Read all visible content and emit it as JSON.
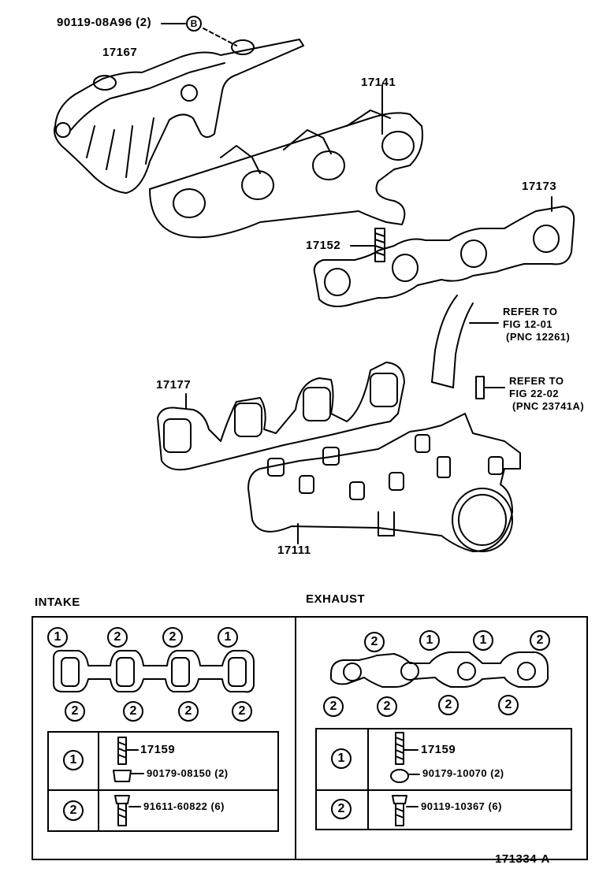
{
  "callouts": {
    "bolt_b": "90119-08A96 (2)",
    "b_marker": "B",
    "heat_insulator": "17167",
    "exhaust_manifold": "17141",
    "exhaust_gasket": "17173",
    "stud": "17152",
    "intake_gasket": "17177",
    "intake_manifold": "17111"
  },
  "refs": {
    "ref1_line1": "REFER TO",
    "ref1_line2": "FIG 12-01",
    "ref1_line3": "(PNC 12261)",
    "ref2_line1": "REFER TO",
    "ref2_line2": "FIG 22-02",
    "ref2_line3": "(PNC 23741A)"
  },
  "intake": {
    "title": "INTAKE",
    "top_markers": [
      "1",
      "2",
      "2",
      "1"
    ],
    "bottom_markers": [
      "2",
      "2",
      "2",
      "2"
    ],
    "rows": [
      {
        "marker": "1",
        "part1": "17159",
        "part2": "90179-08150 (2)"
      },
      {
        "marker": "2",
        "part1": "91611-60822 (6)"
      }
    ]
  },
  "exhaust": {
    "title": "EXHAUST",
    "top_markers": [
      "2",
      "1",
      "1",
      "2"
    ],
    "bottom_markers": [
      "2",
      "2",
      "2",
      "2"
    ],
    "rows": [
      {
        "marker": "1",
        "part1": "17159",
        "part2": "90179-10070 (2)"
      },
      {
        "marker": "2",
        "part1": "90119-10367 (6)"
      }
    ]
  },
  "figure_id": "171334-A"
}
